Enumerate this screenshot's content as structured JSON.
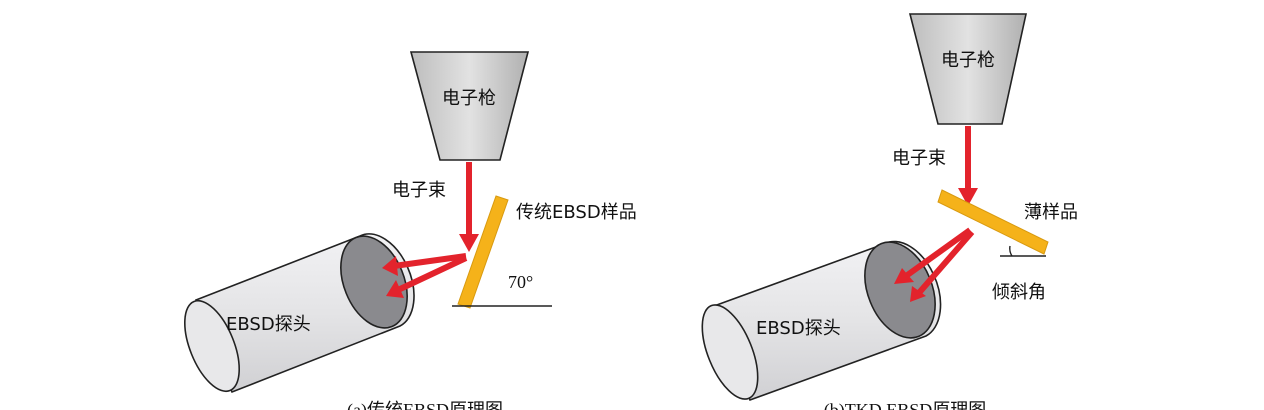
{
  "left": {
    "gun_label": "电子枪",
    "beam_label": "电子束",
    "sample_label": "传统EBSD样品",
    "angle_label": "70°",
    "detector_label": "EBSD探头",
    "caption": "(a)传统EBSD原理图"
  },
  "right": {
    "gun_label": "电子枪",
    "beam_label": "电子束",
    "sample_label": "薄样品",
    "angle_label": "倾斜角",
    "detector_label": "EBSD探头",
    "caption": "(b)TKD EBSD原理图"
  },
  "colors": {
    "beam": "#e3232c",
    "sample": "#f5b21a",
    "gun_fill": "#d4d4d4",
    "detector_fill": "#e8e8ea",
    "detector_face": "#8a8a8e"
  }
}
